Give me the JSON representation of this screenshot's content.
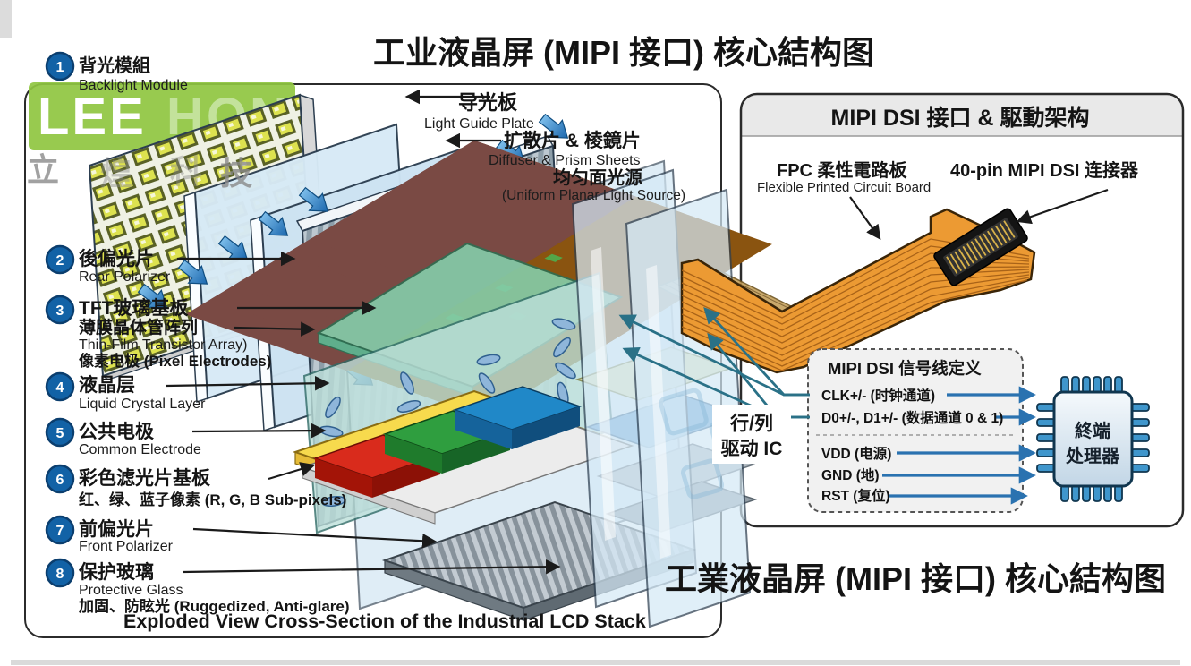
{
  "title_top": "工业液晶屏 (MIPI 接口) 核心結构图",
  "title_bottom": "工業液晶屏 (MIPI 接口) 核心結构图",
  "watermark": {
    "logo_left": "LEE",
    "logo_right": "HON",
    "cn_1": "立",
    "cn_2": "煌",
    "cn_3": "科",
    "cn_4": "技"
  },
  "left_panel": {
    "caption": "Exploded View Cross-Section of the Industrial LCD Stack",
    "top_labels": {
      "light_guide_zh": "导光板",
      "light_guide_en": "Light Guide Plate",
      "diffuser_zh": "扩散片 & 棱鏡片",
      "diffuser_en": "Diffuser & Prism Sheets",
      "uniform_zh": "均匀面光源",
      "uniform_en": "(Uniform Planar Light Source)"
    },
    "layers": [
      {
        "num": "1",
        "zh": "背光模組",
        "en": "Backlight Module"
      },
      {
        "num": "2",
        "zh": "後偏光片",
        "en": "Rear Polarizer"
      },
      {
        "num": "3",
        "zh": "TFT玻璃基板",
        "zh2": "薄膜晶体管阵列",
        "en": "Thin-Film Transistor Array)",
        "zh3": "像素电极 (Pixel Electrodes)"
      },
      {
        "num": "4",
        "zh": "液晶层",
        "en": "Liquid Crystal Layer"
      },
      {
        "num": "5",
        "zh": "公共电极",
        "en": "Common Electrode"
      },
      {
        "num": "6",
        "zh": "彩色滤光片基板",
        "zh2": "红、绿、蓝子像素 (R, G, B Sub-pixels)"
      },
      {
        "num": "7",
        "zh": "前偏光片",
        "en": "Front Polarizer"
      },
      {
        "num": "8",
        "zh": "保护玻璃",
        "en": "Protective Glass",
        "zh2": "加固、防眩光 (Ruggedized, Anti-glare)"
      }
    ],
    "driver_ic_line1": "行/列",
    "driver_ic_line2": "驱动 IC"
  },
  "right_panel": {
    "header": "MIPI DSI 接口 & 駆動架构",
    "fpc_zh": "FPC 柔性電路板",
    "fpc_en": "Flexible Printed Circuit Board",
    "connector_label": "40-pin MIPI DSI 连接器",
    "signal_box": {
      "title": "MIPI DSI 信号线定义",
      "clk": "CLK+/- (时钟通道)",
      "data": "D0+/-, D1+/- (数据通道 0 & 1)",
      "vdd": "VDD (电源)",
      "gnd": "GND (地)",
      "rst": "RST (复位)"
    },
    "chip_line1": "終端",
    "chip_line2": "处理器"
  },
  "colors": {
    "number_badge": "#1262a6",
    "light_arrow_blue": "#2a72b0",
    "signal_arrow_teal": "#2a7187",
    "fpc_orange": "#ec9a33",
    "logo_green": "#8fc640",
    "rgb_red": "#d92b1c",
    "rgb_green": "#2f9e3f",
    "rgb_blue": "#2088c8",
    "chip_pin_blue": "#3f96cc",
    "header_band_gray": "#e9e9e9"
  }
}
